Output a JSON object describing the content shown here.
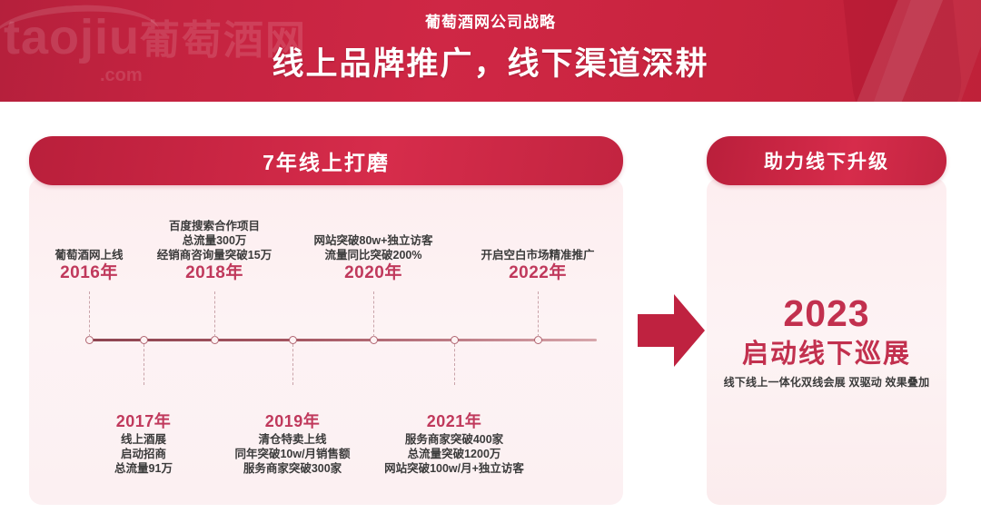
{
  "header": {
    "subtitle": "葡萄酒网公司战略",
    "title": "线上品牌推广，线下渠道深耕",
    "watermark_brand": "taojiu",
    "watermark_cn": "葡萄酒网",
    "watermark_domain": ".com",
    "brand_color": "#c42340"
  },
  "left_panel": {
    "pill_label": "7年线上打磨",
    "timeline": {
      "above": [
        {
          "year": "2016年",
          "desc": [
            "葡萄酒网上线"
          ],
          "node_index": 0
        },
        {
          "year": "2018年",
          "desc": [
            "百度搜索合作项目",
            "总流量300万",
            "经销商咨询量突破15万"
          ],
          "node_index": 2
        },
        {
          "year": "2020年",
          "desc": [
            "网站突破80w+独立访客",
            "流量同比突破200%"
          ],
          "node_index": 4
        },
        {
          "year": "2022年",
          "desc": [
            "开启空白市场精准推广"
          ],
          "node_index": 6
        }
      ],
      "below": [
        {
          "year": "2017年",
          "desc": [
            "线上酒展",
            "启动招商",
            "总流量91万"
          ],
          "node_index": 1
        },
        {
          "year": "2019年",
          "desc": [
            "清仓特卖上线",
            "同年突破10w/月销售额",
            "服务商家突破300家"
          ],
          "node_index": 3
        },
        {
          "year": "2021年",
          "desc": [
            "服务商家突破400家",
            "总流量突破1200万",
            "网站突破100w/月+独立访客"
          ],
          "node_index": 5
        }
      ],
      "node_count": 7,
      "years_span": "2016-2022"
    }
  },
  "arrow": {
    "name": "right-arrow",
    "color": "#bf2240"
  },
  "right_panel": {
    "pill_label": "助力线下升级",
    "year": "2023",
    "title": "启动线下巡展",
    "note": "线下线上一体化双线会展 双驱动 效果叠加",
    "accent_color": "#c2304e"
  }
}
